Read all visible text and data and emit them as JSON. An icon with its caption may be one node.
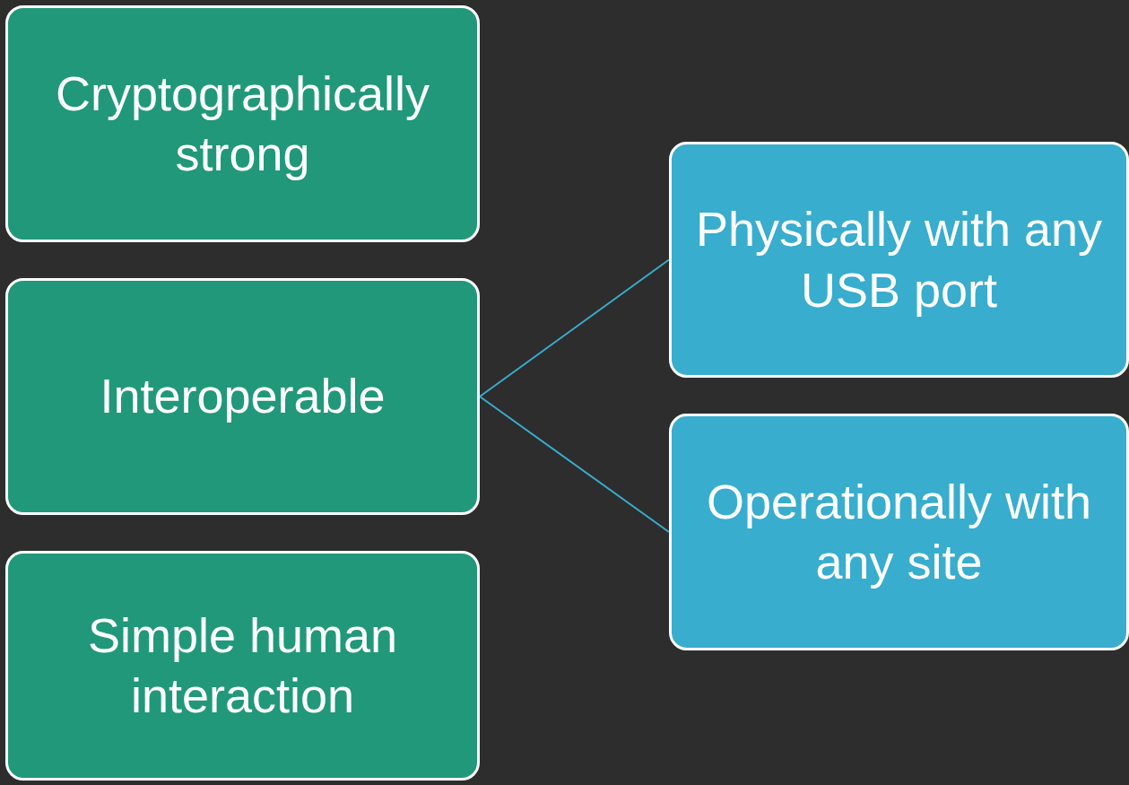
{
  "diagram": {
    "nodes": [
      {
        "text": [
          "Cryptographically strong"
        ]
      },
      {
        "text": [
          "Interoperable"
        ]
      },
      {
        "text": [
          "Simple human interaction"
        ]
      },
      {
        "text": [
          "Physically with any USB port"
        ]
      },
      {
        "text": [
          "Operationally with any site"
        ]
      }
    ],
    "edges": [
      {
        "from": 1,
        "to": 3,
        "arrow": "none"
      },
      {
        "from": 1,
        "to": 4,
        "arrow": "none"
      }
    ]
  }
}
